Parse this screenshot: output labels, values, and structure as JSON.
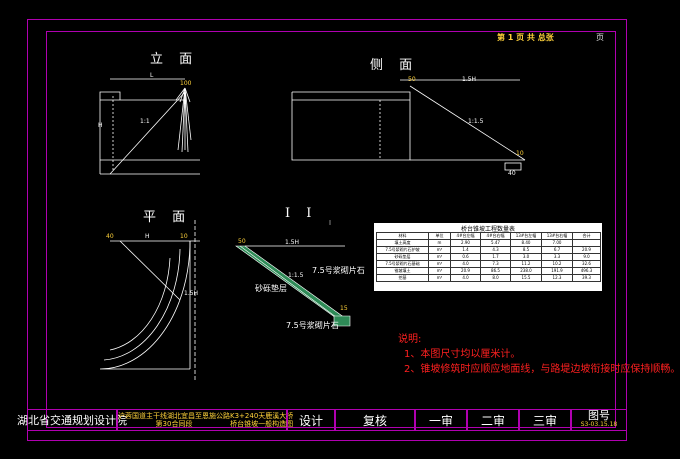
{
  "header": {
    "page_info": "第 1 页  共 总张",
    "page_suffix": "页"
  },
  "views": {
    "elevation": "立 面",
    "side": "侧 面",
    "plan": "平 面",
    "section": "I  I"
  },
  "dims": {
    "elev_L": "L",
    "elev_100": "100",
    "elev_H": "H",
    "elev_slope": "1:1",
    "side_50": "50",
    "side_15H": "1.5H",
    "side_slope": "1:1.5",
    "side_10": "10",
    "side_40": "40",
    "plan_40": "40",
    "plan_H": "H",
    "plan_10": "10",
    "plan_15H": "1.5H",
    "sec_15H": "1.5H",
    "sec_50": "50",
    "sec_ratio": "1:1.5",
    "sec_15": "15"
  },
  "materials": {
    "m1": "7.5号浆砌片石",
    "m2": "砂砾垫层",
    "m3": "7.5号浆砌片石"
  },
  "quantity_table": {
    "title": "桥台锥坡工程数量表",
    "rows": [
      [
        "材料",
        "单位",
        "4#台左幅",
        "4#台右幅",
        "13#台左幅",
        "13#台右幅",
        "合计"
      ],
      [
        "填土高度",
        "m",
        "2.90",
        "5.47",
        "8.40",
        "7.00",
        ""
      ],
      [
        "7.5号浆砌片石护坡",
        "m³",
        "1.4",
        "4.3",
        "8.5",
        "6.7",
        "20.9"
      ],
      [
        "砂砾垫层",
        "m³",
        "0.6",
        "1.7",
        "3.0",
        "3.3",
        "9.0"
      ],
      [
        "7.5号浆砌片石基础",
        "m³",
        "4.0",
        "7.3",
        "11.2",
        "10.2",
        "32.6"
      ],
      [
        "锥坡填土",
        "m³",
        "20.9",
        "86.5",
        "238.0",
        "191.9",
        "496.3"
      ],
      [
        "挖基",
        "m³",
        "4.0",
        "8.0",
        "15.5",
        "12.3",
        "39.3"
      ]
    ]
  },
  "notes": {
    "title": "说明:",
    "n1": "1、本图尺寸均以厘米计。",
    "n2": "2、锥坡修筑时应顺应地面线，与路堤边坡衔接时应保持顺畅。"
  },
  "title_block": {
    "institute": "湖北省交通规划设计院",
    "project_line1": "沪蓉国道主干线湖北宜昌至恩施公路",
    "project_line2": "第30合同段",
    "drawing_line1": "K3+240天鹿溪大桥",
    "drawing_line2": "桥台锥坡一般构造图",
    "design": "设计",
    "review": "复核",
    "audit1": "一审",
    "audit2": "二审",
    "audit3": "三审",
    "drawing_no_label": "图号",
    "drawing_no": "S3-03.15.18"
  },
  "colors": {
    "frame": "#b000b0",
    "note": "#ff2020",
    "title_text": "#ffd23a",
    "hatch": "#2e8b57",
    "line": "#ffffff"
  }
}
